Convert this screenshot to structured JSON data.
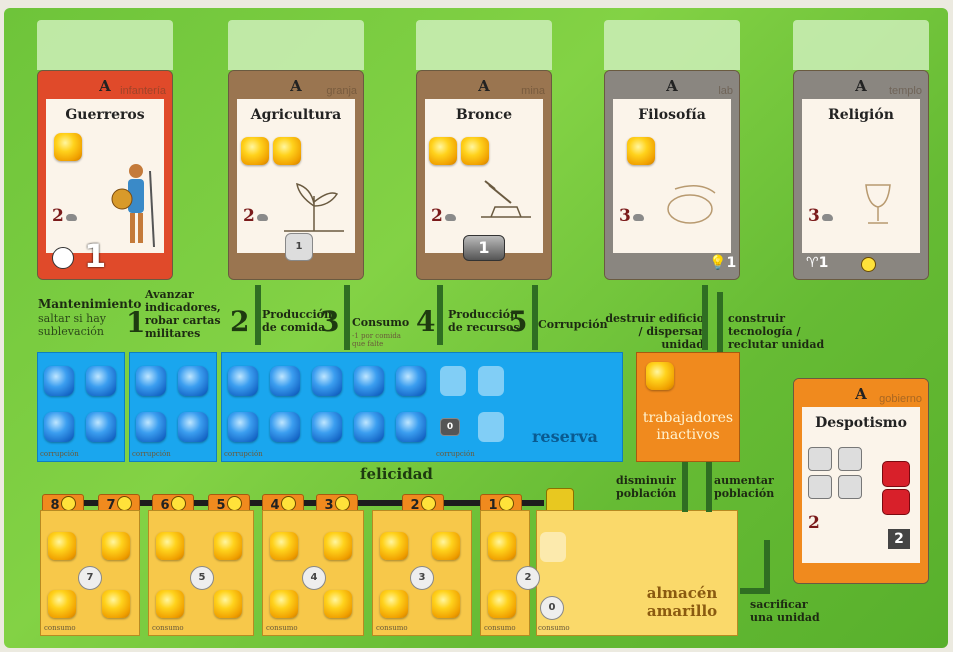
{
  "cards": [
    {
      "age": "A",
      "type": "infantería",
      "name": "Guerreros",
      "cost": "2",
      "footer": "1"
    },
    {
      "age": "A",
      "type": "granja",
      "name": "Agricultura",
      "cost": "2",
      "footer": "1"
    },
    {
      "age": "A",
      "type": "mina",
      "name": "Bronce",
      "cost": "2",
      "footer": "1"
    },
    {
      "age": "A",
      "type": "lab",
      "name": "Filosofía",
      "cost": "3",
      "footer": "1"
    },
    {
      "age": "A",
      "type": "templo",
      "name": "Religión",
      "cost": "3",
      "footer": "1"
    }
  ],
  "government": {
    "age": "A",
    "type": "gobierno",
    "name": "Despotismo",
    "cost": "2",
    "footer": "2"
  },
  "steps": {
    "maint_title": "Mantenimiento",
    "maint_sub": "saltar si hay sublevación",
    "step1_num": "1",
    "step1_text": "Avanzar indicadores, robar cartas militares",
    "step2_num": "2",
    "step2_text": "Producción de comida",
    "step3_num": "3",
    "step3_text": "Consumo",
    "step3_sub": "-1 por comida que falte",
    "step4_num": "4",
    "step4_text": "Producción de recursos",
    "step5_num": "5",
    "step5_text": "Corrupción"
  },
  "actions": {
    "destroy": "destruir edificio / dispersar unidad",
    "build": "construir tecnología / reclutar unidad",
    "decrease": "disminuir población",
    "increase": "aumentar población",
    "sacrifice": "sacrificar una unidad"
  },
  "areas": {
    "reserve": "reserva",
    "idle": "trabajadores inactivos",
    "happiness": "felicidad",
    "yellow": "almacén amarillo",
    "corruption": "corrupción",
    "consumption": "consumo"
  },
  "happiness_values": [
    "8",
    "7",
    "6",
    "5",
    "4",
    "3",
    "2",
    "1"
  ],
  "yellow_costs": [
    "7",
    "5",
    "4",
    "3",
    "2",
    "0"
  ],
  "corruption_value": "0",
  "colors": {
    "board": "#7bcd40",
    "reserve": "#1aa6ee",
    "yellow": "#f7c84a",
    "idle": "#f08a1e"
  }
}
